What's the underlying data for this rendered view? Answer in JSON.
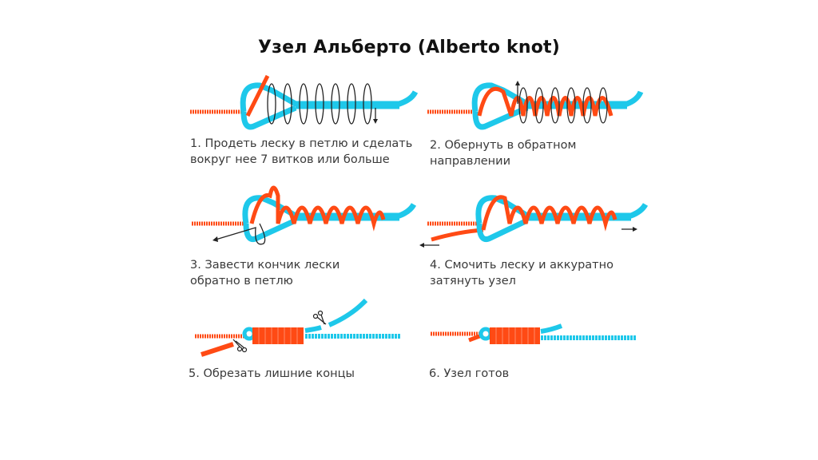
{
  "title": "Узел  Альберто (Alberto knot)",
  "colors": {
    "line_main": "#ff4a14",
    "line_loop": "#1ec8ea",
    "arrow": "#222222",
    "caption": "#3a3a3a"
  },
  "steps": [
    {
      "number": 1,
      "line1": "1. Продеть леску в петлю и сделать",
      "line2": "вокруг нее 7 витков или больше",
      "icon": "step-1-illustration"
    },
    {
      "number": 2,
      "line1": "2. Обернуть в обратном",
      "line2": "направлении",
      "icon": "step-2-illustration"
    },
    {
      "number": 3,
      "line1": "3. Завести кончик лески",
      "line2": "обратно в петлю",
      "icon": "step-3-illustration"
    },
    {
      "number": 4,
      "line1": "4. Смочить леску и аккуратно",
      "line2": "затянуть узел",
      "icon": "step-4-illustration"
    },
    {
      "number": 5,
      "line1": "5. Обрезать лишние концы",
      "line2": "",
      "icon": "step-5-illustration"
    },
    {
      "number": 6,
      "line1": "6. Узел готов",
      "line2": "",
      "icon": "step-6-illustration"
    }
  ]
}
